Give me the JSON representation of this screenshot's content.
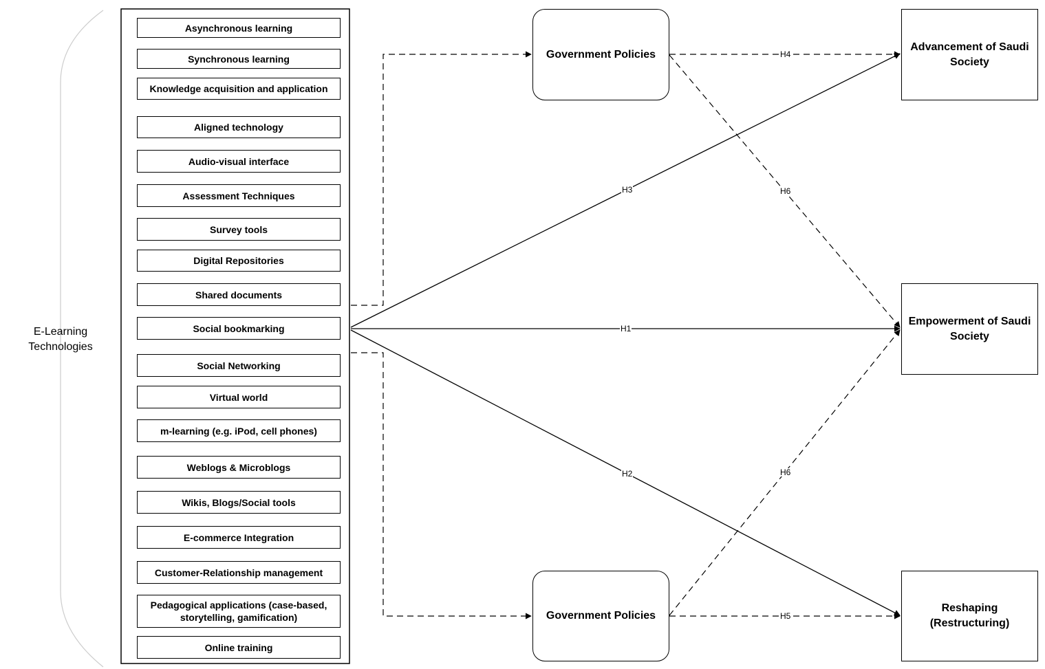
{
  "group_label": "E-Learning\nTechnologies",
  "items": [
    "Asynchronous learning",
    "Synchronous learning",
    "Knowledge acquisition and application",
    "Aligned technology",
    "Audio-visual interface",
    "Assessment Techniques",
    "Survey tools",
    "Digital Repositories",
    "Shared documents",
    "Social bookmarking",
    "Social Networking",
    "Virtual world",
    "m-learning (e.g. iPod, cell phones)",
    "Weblogs & Microblogs",
    "Wikis, Blogs/Social tools",
    "E-commerce Integration",
    "Customer-Relationship management",
    "Pedagogical applications (case-based, storytelling, gamification)",
    "Online training"
  ],
  "moderators": {
    "top": "Government Policies",
    "bottom": "Government Policies"
  },
  "outcomes": {
    "advancement": "Advancement of Saudi Society",
    "empowerment": "Empowerment of Saudi Society",
    "reshaping": "Reshaping (Restructuring)"
  },
  "hypotheses": {
    "h1": "H1",
    "h2": "H2",
    "h3": "H3",
    "h4": "H4",
    "h5": "H5",
    "h6_top": "H6",
    "h6_bottom": "H6"
  }
}
